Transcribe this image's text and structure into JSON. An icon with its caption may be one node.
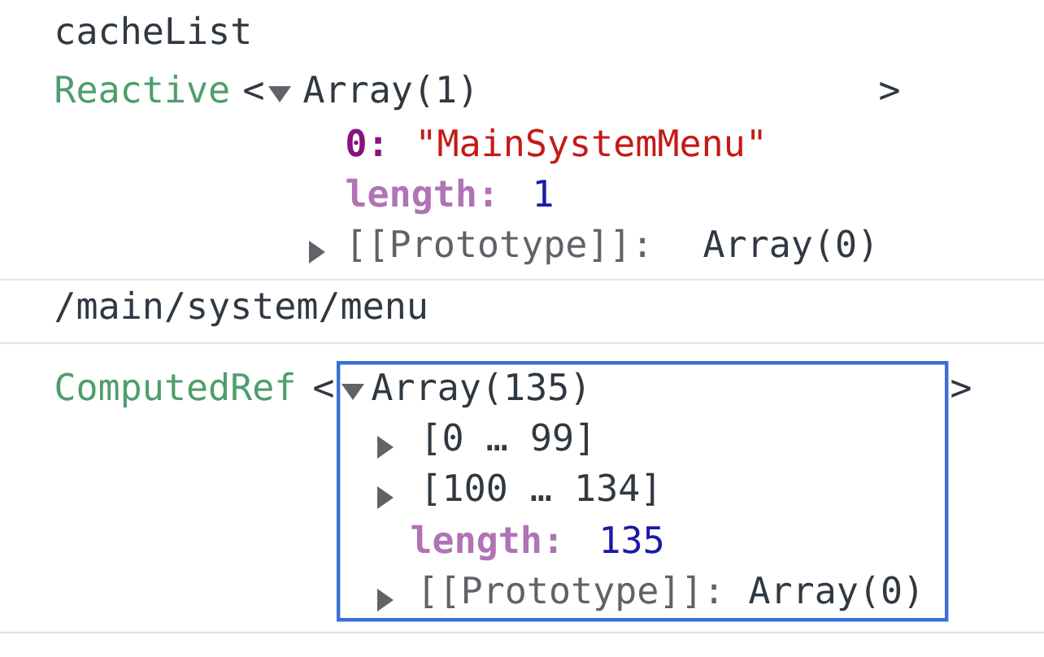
{
  "diagram": {
    "nodes": [
      {
        "text": [
          "Array(135)",
          "[0 … 99]",
          "[100 … 134]",
          "length:",
          "135",
          "[[Prototype]]:",
          "Array(0)"
        ]
      }
    ],
    "labels": [
      "cacheList",
      "Reactive",
      "<",
      "Array(1)",
      ">",
      "0:",
      "\"MainSystemMenu\"",
      "length:",
      "1",
      "[[Prototype]]:",
      "Array(0)",
      "/main/system/menu",
      "ComputedRef",
      "<",
      ">"
    ]
  }
}
